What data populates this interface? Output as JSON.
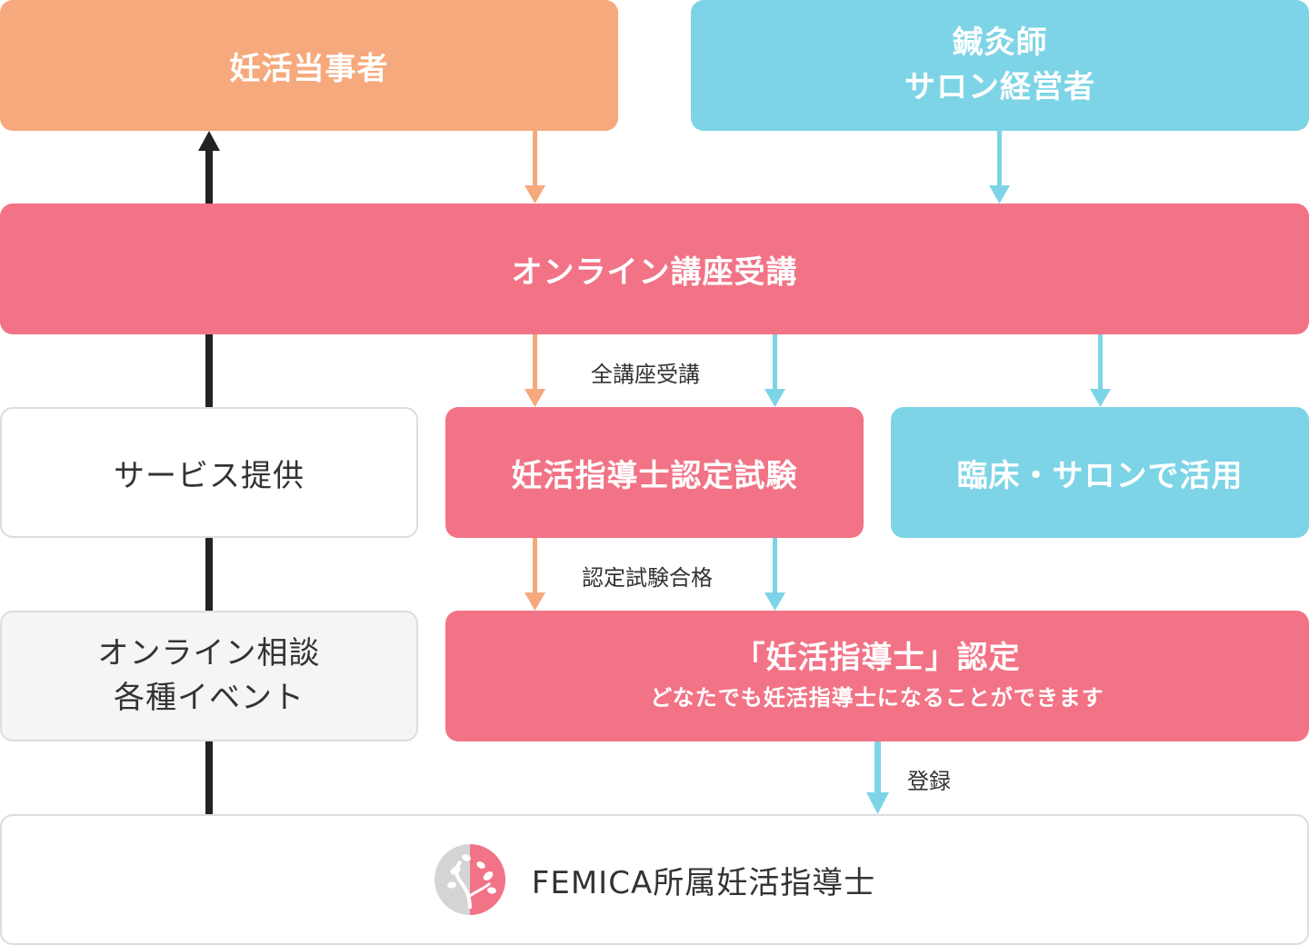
{
  "boxes": {
    "ninkatsu_touji": "妊活当事者",
    "shinkyu": {
      "line1": "鍼灸師",
      "line2": "サロン経営者"
    },
    "online_course": "オンライン講座受講",
    "service": "サービス提供",
    "exam": "妊活指導士認定試験",
    "clinic": "臨床・サロンで活用",
    "online_consult": {
      "line1": "オンライン相談",
      "line2": "各種イベント"
    },
    "certification": {
      "title": "「妊活指導士」認定",
      "subtitle": "どなたでも妊活指導士になることができます"
    },
    "femica": "FEMICA所属妊活指導士"
  },
  "labels": {
    "all_courses": "全講座受講",
    "exam_pass": "認定試験合格",
    "register": "登録"
  },
  "colors": {
    "orange": "#f6a97c",
    "cyan": "#7dd4e6",
    "pink": "#f27386",
    "dark_arrow": "#222222"
  },
  "icons": {
    "logo": "femica-tree-logo"
  }
}
